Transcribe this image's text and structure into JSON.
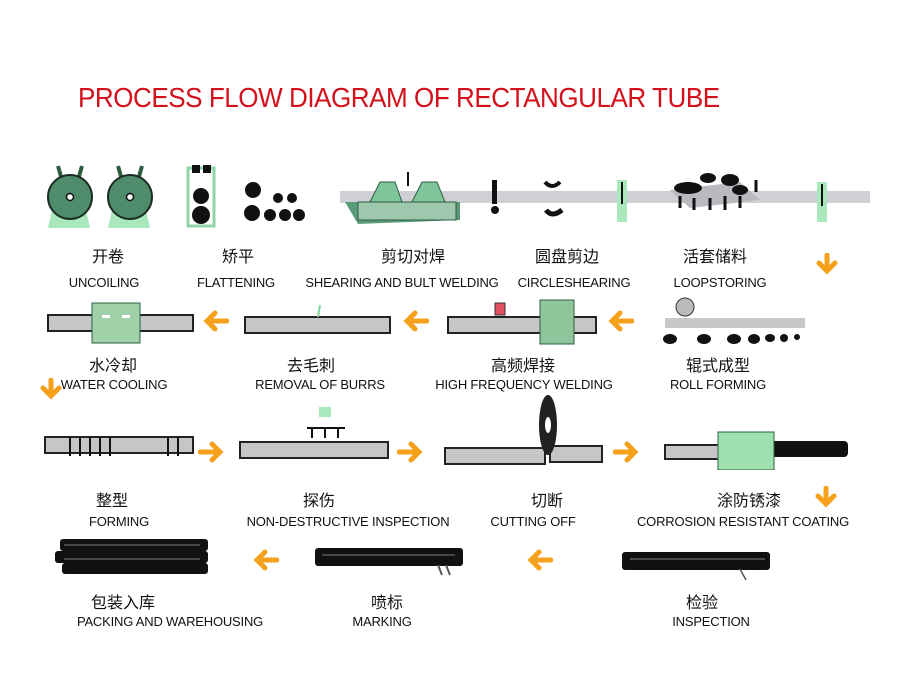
{
  "title": "PROCESS FLOW DIAGRAM OF RECTANGULAR TUBE",
  "colors": {
    "title": "#d4111b",
    "arrow": "#f5a11c",
    "machine_green": "#8fd3a6",
    "machine_dark_green": "#3a7a58",
    "tube_gray": "#c8c8c8",
    "tube_black": "#111111"
  },
  "steps": [
    {
      "zh": "开卷",
      "en": "UNCOILING",
      "icon": "uncoiler-icon"
    },
    {
      "zh": "矫平",
      "en": "FLATTENING",
      "icon": "flattener-icon"
    },
    {
      "zh": "剪切对焊",
      "en": "SHEARING AND  BULT WELDING",
      "icon": "shear-welder-icon"
    },
    {
      "zh": "圆盘剪边",
      "en": "CIRCLESHEARING",
      "icon": "circle-shear-icon"
    },
    {
      "zh": "活套储料",
      "en": "LOOPSTORING",
      "icon": "looper-icon"
    },
    {
      "zh": "辊式成型",
      "en": "ROLL FORMING",
      "icon": "roll-forming-icon"
    },
    {
      "zh": "高频焊接",
      "en": "HIGH FREQUENCY WELDING",
      "icon": "hf-welder-icon"
    },
    {
      "zh": "去毛刺",
      "en": "REMOVAL OF BURRS",
      "icon": "deburring-icon"
    },
    {
      "zh": "水冷却",
      "en": "WATER COOLING",
      "icon": "water-cooling-icon"
    },
    {
      "zh": "整型",
      "en": "FORMING",
      "icon": "sizing-icon"
    },
    {
      "zh": "探伤",
      "en": "NON-DESTRUCTIVE INSPECTION",
      "icon": "ndt-icon"
    },
    {
      "zh": "切断",
      "en": "CUTTING OFF",
      "icon": "saw-icon"
    },
    {
      "zh": "涂防锈漆",
      "en": "CORROSION RESISTANT COATING",
      "icon": "coating-icon"
    },
    {
      "zh": "检验",
      "en": "INSPECTION",
      "icon": "inspection-icon"
    },
    {
      "zh": "喷标",
      "en": "MARKING",
      "icon": "marking-icon"
    },
    {
      "zh": "包装入库",
      "en": "PACKING AND WAREHOUSING",
      "icon": "packing-icon"
    }
  ]
}
